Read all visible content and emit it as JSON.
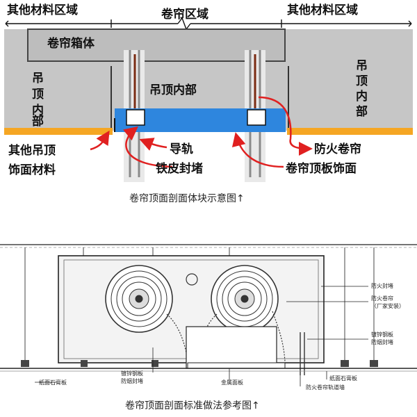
{
  "top_diagram": {
    "zones": {
      "left": "其他材料区域",
      "center": "卷帘区域",
      "right": "其他材料区域"
    },
    "box_label": "卷帘箱体",
    "inside_center": "吊顶内部",
    "inside_left": [
      "吊",
      "顶",
      "内",
      "部"
    ],
    "inside_right": [
      "吊",
      "顶",
      "内",
      "部"
    ],
    "callouts": {
      "other_ceiling_line1": "其他吊顶",
      "other_ceiling_line2": "饰面材料",
      "rail": "导轨",
      "iron_seal": "铁皮封堵",
      "fire_shutter": "防火卷帘",
      "top_plate": "卷帘顶板饰面"
    },
    "caption": "卷帘顶面剖面体块示意图↑"
  },
  "bottom_diagram": {
    "labels": {
      "fire_seal": "防火封堵",
      "fire_shutter": "防火卷帘",
      "vendor_install": "（厂家安装）",
      "galv_plate": "镀锌钢板",
      "smoke_seal": "防烟封堵",
      "drywall_plate": "纸面石膏板",
      "galv_plate2": "镀锌钢板",
      "smoke_seal2": "防烟封堵",
      "metal_cover": "金属面板",
      "gypsum_board": "纸面石膏板",
      "rail_wall": "防火卷帘轨道墙"
    },
    "caption": "卷帘顶面剖面标准做法参考图↑"
  },
  "colors": {
    "gray_fill": "#c6c6c6",
    "box_fill": "#bdbdbd",
    "orange": "#f5a623",
    "blue": "#2e86de",
    "red": "#e02020",
    "dark": "#222222"
  }
}
